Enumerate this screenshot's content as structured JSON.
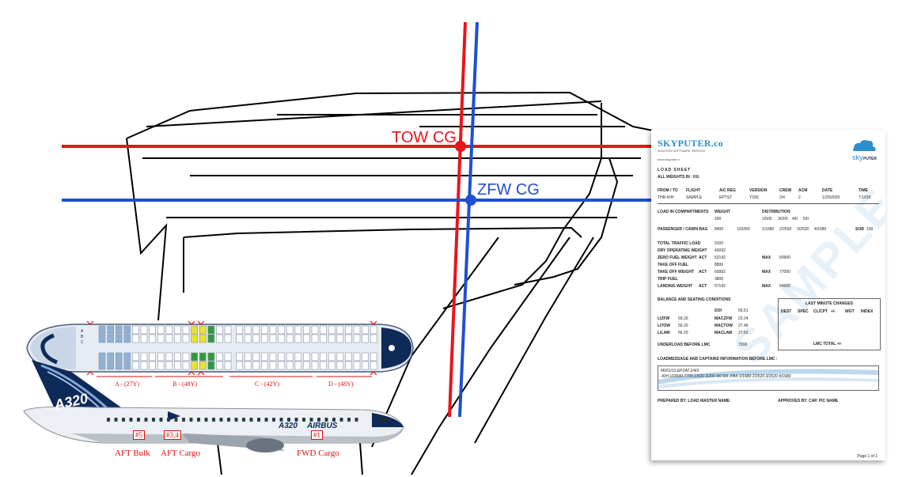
{
  "cg": {
    "tow_label": "TOW CG",
    "zfw_label": "ZFW CG",
    "tow_color": "#e8141b",
    "zfw_color": "#1f4fd1"
  },
  "aircraft": {
    "type_label": "A320",
    "brand_label": "AIRBUS",
    "zones": [
      "A - (27Y)",
      "B - (48Y)",
      "C - (42Y)",
      "D - (48Y)"
    ],
    "holds": [
      {
        "tag": "#5",
        "name": "AFT Bulk"
      },
      {
        "tag": "#3,4",
        "name": "AFT Cargo"
      },
      {
        "tag": "#1",
        "name": "FWD Cargo"
      }
    ]
  },
  "loadsheet": {
    "brand": "SKYPUTER.co",
    "brand_sub": "AVIATION SOFTWARE SERVICE",
    "url": "www.skyputer.ir",
    "logo_text": "sky PUTER",
    "watermark": "SAMPLE",
    "title": "LOAD SHEET",
    "weights_in": "ALL WEIGHTS IN :  KG",
    "header_cols": [
      "FROM / TO",
      "FLIGHT",
      "A/C REG",
      "VERSION",
      "CREW",
      "ACM",
      "DATE",
      "TIME"
    ],
    "header_vals": [
      "THR-KIH",
      "SAMPLE",
      "EPTST",
      "Y165",
      "2/4",
      "2",
      "1/20/2020",
      "7:1019"
    ],
    "compartments_label": "LOAD IN COMPARTMENTS",
    "weight_label": "WEIGHT",
    "distribution_label": "DISTRIBUTION",
    "compartments_weight": "200",
    "distribution": [
      "1/500",
      "3/200",
      "4/0",
      "5/0"
    ],
    "pax_label": "PASSENGER / CABIN BAG",
    "pax_vals": [
      "8400",
      "103/0/0",
      "1/1680",
      "2/2520",
      "3/2520",
      "4/1680"
    ],
    "sob_label": "SOB",
    "sob_val": "109",
    "weights": [
      {
        "label": "TOTAL TRAFFIC LOAD",
        "act": "",
        "val": "9100",
        "max": "",
        "maxval": ""
      },
      {
        "label": "DRY OPERATING WEIGHT",
        "act": "",
        "val": "43092",
        "max": "",
        "maxval": ""
      },
      {
        "label": "ZERO FUEL WEIGHT",
        "act": "ACT",
        "val": "52192",
        "max": "MAX",
        "maxval": "60500"
      },
      {
        "label": "TAKE OFF FUEL",
        "act": "",
        "val": "8800",
        "max": "",
        "maxval": ""
      },
      {
        "label": "TAKE OFF WEIGHT",
        "act": "ACT",
        "val": "60992",
        "max": "MAX",
        "maxval": "77000"
      },
      {
        "label": "TRIP FUEL",
        "act": "",
        "val": "3800",
        "max": "",
        "maxval": ""
      },
      {
        "label": "LANDING WEIGHT",
        "act": "ACT",
        "val": "57192",
        "max": "MAX",
        "maxval": "64500"
      }
    ],
    "balance_label": "BALANCE AND SEATING CONDITIONS",
    "doi_label": "DOI",
    "doi_val": "59.51",
    "balance_rows": [
      {
        "l1": "LIZFW",
        "v1": "59.20",
        "l2": "MACZFW",
        "v2": "23.24"
      },
      {
        "l1": "LITOW",
        "v1": "56.20",
        "l2": "MACTOW",
        "v2": "27.46"
      },
      {
        "l1": "LILAW",
        "v1": "56.20",
        "l2": "MACLAW",
        "v2": "27.62"
      }
    ],
    "underload_label": "UNDERLOAD BEFORE LMC",
    "underload_val": "7308",
    "lmc_title": "LAST MINUTE CHANGES",
    "lmc_cols": [
      "DEST",
      "SPEC",
      "CL/CPT",
      "+/-",
      "WGT",
      "INDEX"
    ],
    "lmc_total": "LMC TOTAL +/-",
    "message_label": "LOADMESSAGE AND CAPTAINS INFORMATION BEFORE LMC :",
    "message_lines": [
      "M001/13.EPZAT.2/4/2",
      "-KIH.103/0/0.T700.1/500 3/200 4/0 5/0 .PAX 1/1680 2/2520 3/2520 4/1680"
    ],
    "prepared_by": "PREPARED BY: LOAD MASTER NAME",
    "approved_by": "APPROVED BY: CAP. PIC NAME",
    "page": "Page 1 of 1"
  }
}
